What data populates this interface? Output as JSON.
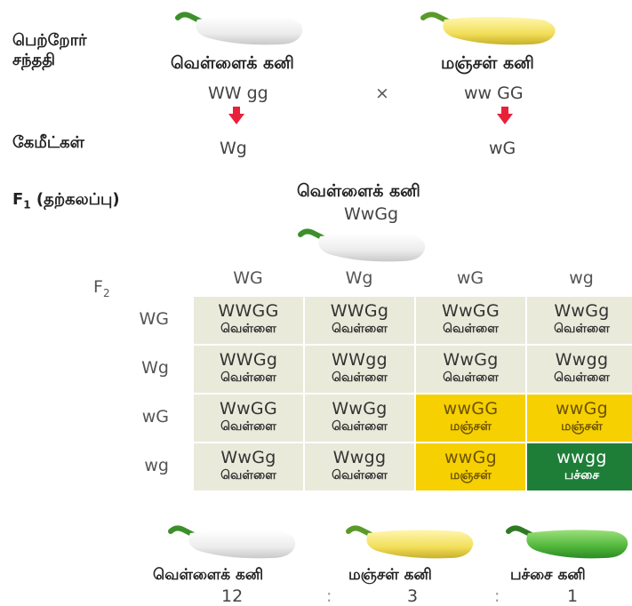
{
  "parents": {
    "label": "பெற்றோர் சந்ததி",
    "left": {
      "name": "வெள்ளைக் கனி",
      "genotype": "WW gg",
      "gamete": "Wg"
    },
    "cross": "×",
    "right": {
      "name": "மஞ்சள் கனி",
      "genotype": "ww GG",
      "gamete": "wG"
    }
  },
  "gametes_label": "கேமீட்கள்",
  "f1": {
    "label_main": "F",
    "label_sub": "1",
    "label_rest": " (தற்கலப்பு)",
    "name": "வெள்ளைக் கனி",
    "genotype": "WwGg"
  },
  "f2": {
    "label_main": "F",
    "label_sub": "2",
    "col_headers": [
      "WG",
      "Wg",
      "wG",
      "wg"
    ],
    "row_headers": [
      "WG",
      "Wg",
      "wG",
      "wg"
    ],
    "cells": [
      [
        {
          "g": "WWGG",
          "p": "வெள்ளை",
          "c": "white"
        },
        {
          "g": "WWGg",
          "p": "வெள்ளை",
          "c": "white"
        },
        {
          "g": "WwGG",
          "p": "வெள்ளை",
          "c": "white"
        },
        {
          "g": "WwGg",
          "p": "வெள்ளை",
          "c": "white"
        }
      ],
      [
        {
          "g": "WWGg",
          "p": "வெள்ளை",
          "c": "white"
        },
        {
          "g": "WWgg",
          "p": "வெள்ளை",
          "c": "white"
        },
        {
          "g": "WwGg",
          "p": "வெள்ளை",
          "c": "white"
        },
        {
          "g": "Wwgg",
          "p": "வெள்ளை",
          "c": "white"
        }
      ],
      [
        {
          "g": "WwGG",
          "p": "வெள்ளை",
          "c": "white"
        },
        {
          "g": "WwGg",
          "p": "வெள்ளை",
          "c": "white"
        },
        {
          "g": "wwGG",
          "p": "மஞ்சள்",
          "c": "yellow"
        },
        {
          "g": "wwGg",
          "p": "மஞ்சள்",
          "c": "yellow"
        }
      ],
      [
        {
          "g": "WwGg",
          "p": "வெள்ளை",
          "c": "white"
        },
        {
          "g": "Wwgg",
          "p": "வெள்ளை",
          "c": "white"
        },
        {
          "g": "wwGg",
          "p": "மஞ்சள்",
          "c": "yellow"
        },
        {
          "g": "wwgg",
          "p": "பச்சை",
          "c": "green"
        }
      ]
    ]
  },
  "result": {
    "names": [
      "வெள்ளைக் கனி",
      "மஞ்சள் கனி",
      "பச்சை கனி"
    ],
    "ratio": [
      "12",
      "3",
      "1"
    ],
    "separator": ":"
  },
  "colors": {
    "white_cell": "#eaeadb",
    "yellow_cell": "#f6d000",
    "green_cell": "#1e7e38",
    "arrow": "#e8213a"
  }
}
